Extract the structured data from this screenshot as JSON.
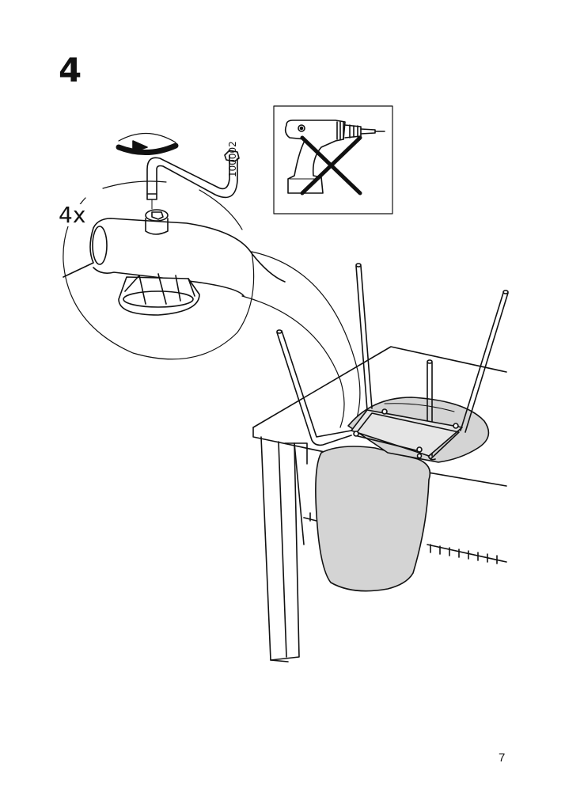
{
  "step": {
    "number": "4"
  },
  "detail": {
    "quantity": "4x",
    "part_number": "100002"
  },
  "warning": {
    "icon": "no-power-drill-icon"
  },
  "tools": {
    "icon": "allen-key-icon"
  },
  "page": {
    "number": "7"
  }
}
